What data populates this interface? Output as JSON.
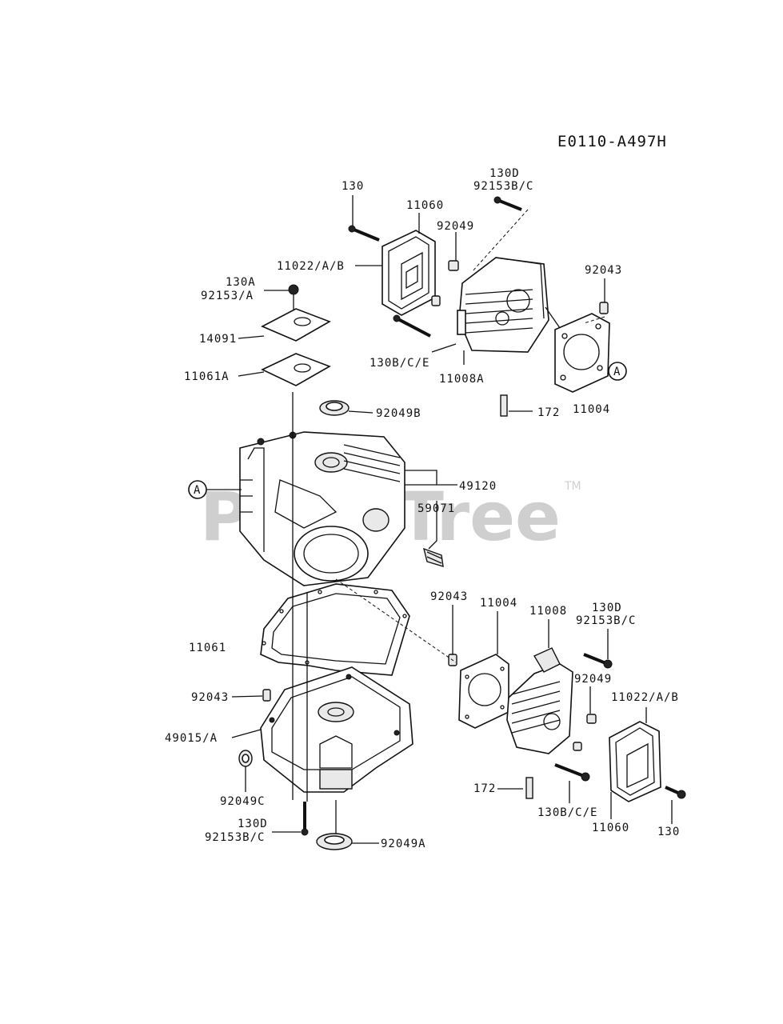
{
  "diagram_code": "E0110-A497H",
  "watermark": {
    "text": "PartsTree",
    "trademark": "TM"
  },
  "callout_ref": "A",
  "labels": {
    "p130_top": "130",
    "p11060_top": "11060",
    "p130d_top": "130D",
    "p92153bc_top": "92153B/C",
    "p92049_top": "92049",
    "p11022_top": "11022/A/B",
    "p130a": "130A",
    "p92153a": "92153/A",
    "p92043_top": "92043",
    "p14091": "14091",
    "p130bce_top": "130B/C/E",
    "p11008a": "11008A",
    "p11061a": "11061A",
    "p172_top": "172",
    "p11004_top": "11004",
    "p92049b": "92049B",
    "p49120": "49120",
    "p59071": "59071",
    "p92043_mid": "92043",
    "p11004_mid": "11004",
    "p11008": "11008",
    "p130d_mid": "130D",
    "p92153bc_mid": "92153B/C",
    "p11061": "11061",
    "p92049_mid": "92049",
    "p92043_left": "92043",
    "p11022_bot": "11022/A/B",
    "p49015a": "49015/A",
    "p92049c": "92049C",
    "p172_bot": "172",
    "p130bce_bot": "130B/C/E",
    "p11060_bot": "11060",
    "p130_bot": "130",
    "p130d_bot": "130D",
    "p92153bc_bot": "92153B/C",
    "p92049a": "92049A"
  }
}
